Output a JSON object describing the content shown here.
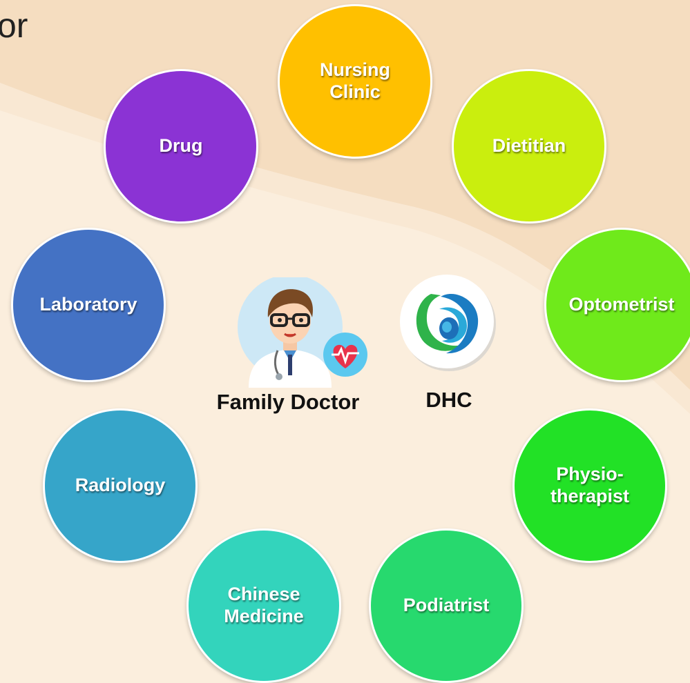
{
  "page": {
    "title_fragment": "or"
  },
  "center": {
    "family_doctor": {
      "label": "Family Doctor",
      "icon": "doctor-avatar-icon"
    },
    "dhc": {
      "label": "DHC",
      "icon": "dhc-logo-icon"
    }
  },
  "services": [
    {
      "id": "nursing-clinic",
      "lines": [
        "Nursing",
        "Clinic"
      ],
      "color": "#FFC000"
    },
    {
      "id": "dietitian",
      "lines": [
        "Dietitian"
      ],
      "color": "#CAEE0E"
    },
    {
      "id": "optometrist",
      "lines": [
        "Optometrist"
      ],
      "color": "#6FEA1B"
    },
    {
      "id": "physiotherapist",
      "lines": [
        "Physio-",
        "therapist"
      ],
      "color": "#22E126"
    },
    {
      "id": "podiatrist",
      "lines": [
        "Podiatrist"
      ],
      "color": "#27D96E"
    },
    {
      "id": "chinese-medicine",
      "lines": [
        "Chinese",
        "Medicine"
      ],
      "color": "#33D4BC"
    },
    {
      "id": "radiology",
      "lines": [
        "Radiology"
      ],
      "color": "#36A5C9"
    },
    {
      "id": "laboratory",
      "lines": [
        "Laboratory"
      ],
      "color": "#4472C4"
    },
    {
      "id": "drug",
      "lines": [
        "Drug"
      ],
      "color": "#8B33D4"
    }
  ]
}
